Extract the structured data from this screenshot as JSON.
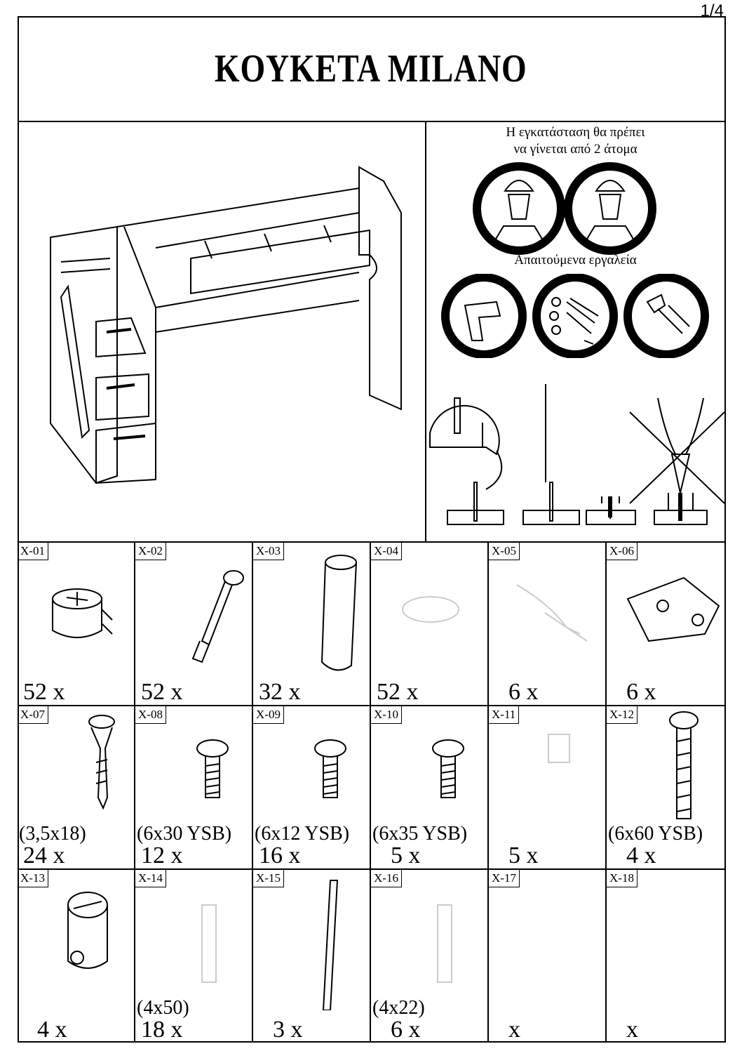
{
  "page_number": "1/4",
  "title": "KOYKETA MILANO",
  "notes": {
    "people_line1": "Η εγκατάσταση θα πρέπει",
    "people_line2": "να γίνεται από 2 άτομα",
    "tools": "Απαιτούμενα εργαλεία"
  },
  "parts": [
    {
      "code": "X-01",
      "qty": "52 x",
      "spec": "",
      "icon": "cam-lock-icon"
    },
    {
      "code": "X-02",
      "qty": "52 x",
      "spec": "",
      "icon": "cam-bolt-icon"
    },
    {
      "code": "X-03",
      "qty": "32 x",
      "spec": "",
      "icon": "wooden-dowel-icon"
    },
    {
      "code": "X-04",
      "qty": "52 x",
      "spec": "",
      "icon": "cap-icon"
    },
    {
      "code": "X-05",
      "qty": "6 x",
      "spec": "",
      "icon": "hinge-icon"
    },
    {
      "code": "X-06",
      "qty": "6 x",
      "spec": "",
      "icon": "hinge-plate-icon"
    },
    {
      "code": "X-07",
      "qty": "24 x",
      "spec": "(3,5x18)",
      "icon": "wood-screw-icon"
    },
    {
      "code": "X-08",
      "qty": "12 x",
      "spec": "(6x30 YSB)",
      "icon": "bolt-icon"
    },
    {
      "code": "X-09",
      "qty": "16 x",
      "spec": "(6x12 YSB)",
      "icon": "bolt-icon"
    },
    {
      "code": "X-10",
      "qty": "5 x",
      "spec": "(6x35 YSB)",
      "icon": "bolt-icon"
    },
    {
      "code": "X-11",
      "qty": "5 x",
      "spec": "",
      "icon": "foot-icon"
    },
    {
      "code": "X-12",
      "qty": "4 x",
      "spec": "(6x60 YSB)",
      "icon": "long-bolt-icon"
    },
    {
      "code": "X-13",
      "qty": "4 x",
      "spec": "",
      "icon": "barrel-nut-icon"
    },
    {
      "code": "X-14",
      "qty": "18 x",
      "spec": "(4x50)",
      "icon": "screw-icon"
    },
    {
      "code": "X-15",
      "qty": "3 x",
      "spec": "",
      "icon": "rail-icon"
    },
    {
      "code": "X-16",
      "qty": "6 x",
      "spec": "(4x22)",
      "icon": "screw-icon"
    },
    {
      "code": "X-17",
      "qty": "x",
      "spec": "",
      "icon": "none"
    },
    {
      "code": "X-18",
      "qty": "x",
      "spec": "",
      "icon": "none"
    }
  ]
}
